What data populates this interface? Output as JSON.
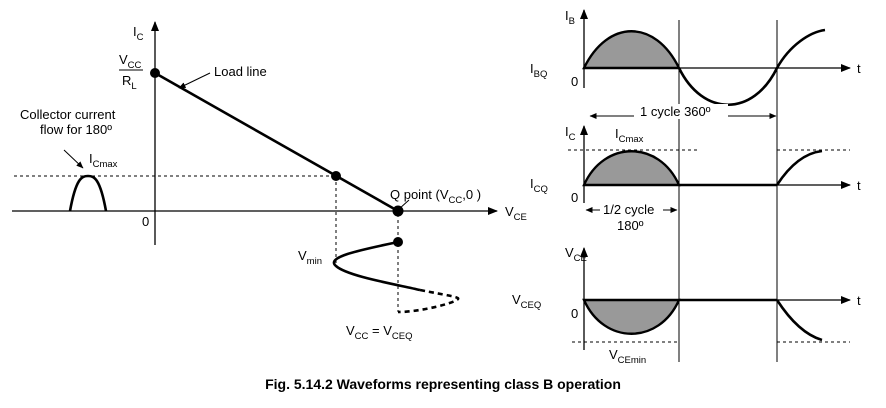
{
  "left_graph": {
    "axis_y_main": "I",
    "axis_y_sub": "C",
    "axis_x_main": "V",
    "axis_x_sub": "CE",
    "origin": "0",
    "vcc_top_main": "V",
    "vcc_top_sub": "CC",
    "vcc_bottom_main": "R",
    "vcc_bottom_sub": "L",
    "load_line": "Load line",
    "collector_line1": "Collector current",
    "collector_line2": "flow for 180º",
    "icmax_main": "I",
    "icmax_sub": "Cmax",
    "qpoint_text_a": "Q point (V",
    "qpoint_sub": "CC",
    "qpoint_text_b": ",0 )",
    "vmin_main": "V",
    "vmin_sub": "min",
    "vcc_eq_a": "V",
    "vcc_eq_a_sub": "CC",
    "vcc_eq_mid": " = V",
    "vcc_eq_b_sub": "CEQ"
  },
  "ib_graph": {
    "axis_main": "I",
    "axis_sub": "B",
    "q_main": "I",
    "q_sub": "BQ",
    "origin": "0",
    "t": "t",
    "cycle": "1 cycle 360º"
  },
  "ic_graph": {
    "axis_main": "I",
    "axis_sub": "C",
    "max_main": "I",
    "max_sub": "Cmax",
    "q_main": "I",
    "q_sub": "CQ",
    "origin": "0",
    "t": "t",
    "half_line1": "1/2 cycle",
    "half_line2": "180º"
  },
  "vce_graph": {
    "axis_main": "V",
    "axis_sub": "CE",
    "q_main": "V",
    "q_sub": "CEQ",
    "origin": "0",
    "t": "t",
    "min_main": "V",
    "min_sub": "CEmin"
  },
  "caption": "Fig. 5.14.2 Waveforms representing class B operation"
}
